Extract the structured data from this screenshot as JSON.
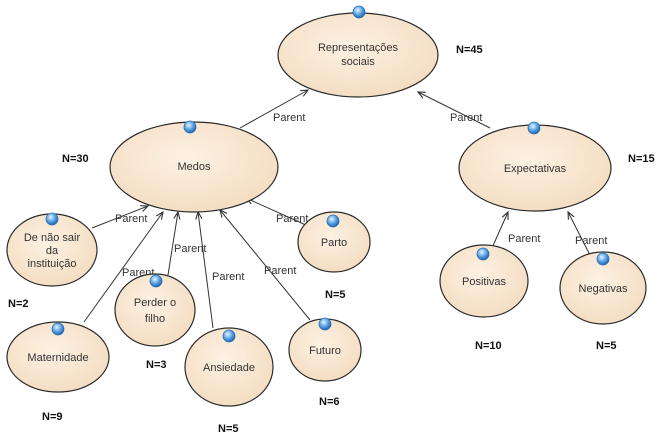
{
  "colors": {
    "node_fill_light": "#fdf1e3",
    "node_fill_dark": "#f3dcc0",
    "node_stroke": "#2b2b2b",
    "edge": "#333333",
    "icon": "#5aa5e6"
  },
  "icons": {
    "node_marker": "blue-sphere-icon"
  },
  "nodes": {
    "rep": {
      "lines": [
        "Representações",
        "sociais"
      ],
      "count": "N=45"
    },
    "medos": {
      "lines": [
        "Medos"
      ],
      "count": "N=30"
    },
    "expect": {
      "lines": [
        "Expectativas"
      ],
      "count": "N=15"
    },
    "denao": {
      "lines": [
        "De não sair",
        "da",
        "instituição"
      ],
      "count": "N=2"
    },
    "maternidade": {
      "lines": [
        "Maternidade"
      ],
      "count": "N=9"
    },
    "perder": {
      "lines": [
        "Perder o",
        "filho"
      ],
      "count": "N=3"
    },
    "ansiedade": {
      "lines": [
        "Ansiedade"
      ],
      "count": "N=5"
    },
    "futuro": {
      "lines": [
        "Futuro"
      ],
      "count": "N=6"
    },
    "parto": {
      "lines": [
        "Parto"
      ],
      "count": "N=5"
    },
    "positivas": {
      "lines": [
        "Positivas"
      ],
      "count": "N=10"
    },
    "negativas": {
      "lines": [
        "Negativas"
      ],
      "count": "N=5"
    }
  },
  "edge_label": "Parent"
}
